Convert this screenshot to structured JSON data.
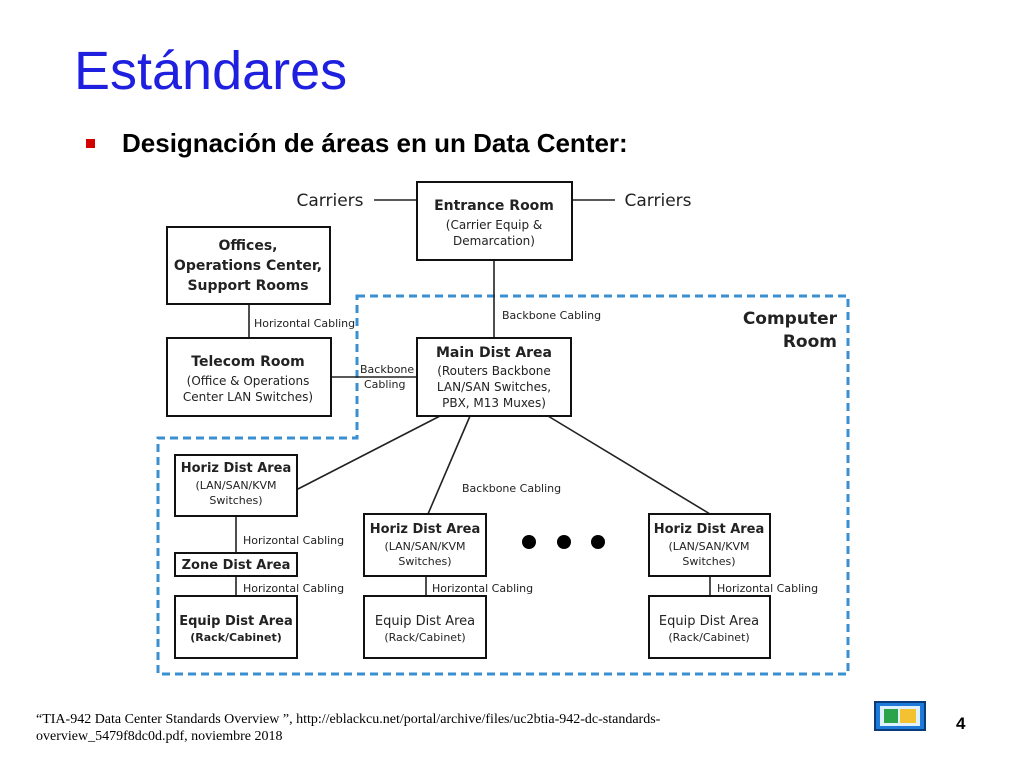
{
  "slide": {
    "title": "Estándares",
    "bullet": "Designación de áreas en un Data Center:",
    "footnote": "“TIA-942 Data Center Standards Overview ”, http://eblackcu.net/portal/archive/files/uc2btia-942-dc-standards-overview_5479f8dc0d.pdf, noviembre 2018",
    "page_number": "4"
  },
  "colors": {
    "title": "#1f1fe0",
    "bullet": "#d40000",
    "computer_room_border": "#3a8fd0"
  },
  "diagram": {
    "carriers_left": "Carriers",
    "carriers_right": "Carriers",
    "computer_room_line1": "Computer",
    "computer_room_line2": "Room",
    "entrance_room": {
      "title": "Entrance Room",
      "line1": "(Carrier Equip &",
      "line2": "Demarcation)"
    },
    "offices": {
      "line1": "Offices,",
      "line2": "Operations Center,",
      "line3": "Support Rooms"
    },
    "telecom_room": {
      "title": "Telecom Room",
      "line1": "(Office & Operations",
      "line2": "Center LAN Switches)"
    },
    "main_dist_area": {
      "title": "Main Dist Area",
      "line1": "(Routers Backbone",
      "line2": "LAN/SAN Switches,",
      "line3": "PBX, M13 Muxes)"
    },
    "horiz_left": {
      "title": "Horiz Dist Area",
      "line1": "(LAN/SAN/KVM",
      "line2": "Switches)"
    },
    "horiz_mid": {
      "title": "Horiz Dist Area",
      "line1": "(LAN/SAN/KVM",
      "line2": "Switches)"
    },
    "horiz_right": {
      "title": "Horiz Dist Area",
      "line1": "(LAN/SAN/KVM",
      "line2": "Switches)"
    },
    "zone_dist": {
      "title": "Zone Dist Area"
    },
    "equip_left": {
      "title": "Equip Dist Area",
      "line1": "(Rack/Cabinet)"
    },
    "equip_mid": {
      "title": "Equip Dist Area",
      "line1": "(Rack/Cabinet)"
    },
    "equip_right": {
      "title": "Equip Dist Area",
      "line1": "(Rack/Cabinet)"
    },
    "labels": {
      "horizontal_cabling_offices": "Horizontal Cabling",
      "backbone_cabling_top": "Backbone Cabling",
      "backbone_cabling_telecom_1": "Backbone",
      "backbone_cabling_telecom_2": "Cabling",
      "backbone_cabling_mid": "Backbone Cabling",
      "horizontal_cabling_left_1": "Horizontal Cabling",
      "horizontal_cabling_left_2": "Horizontal Cabling",
      "horizontal_cabling_mid": "Horizontal Cabling",
      "horizontal_cabling_right": "Horizontal Cabling"
    }
  }
}
